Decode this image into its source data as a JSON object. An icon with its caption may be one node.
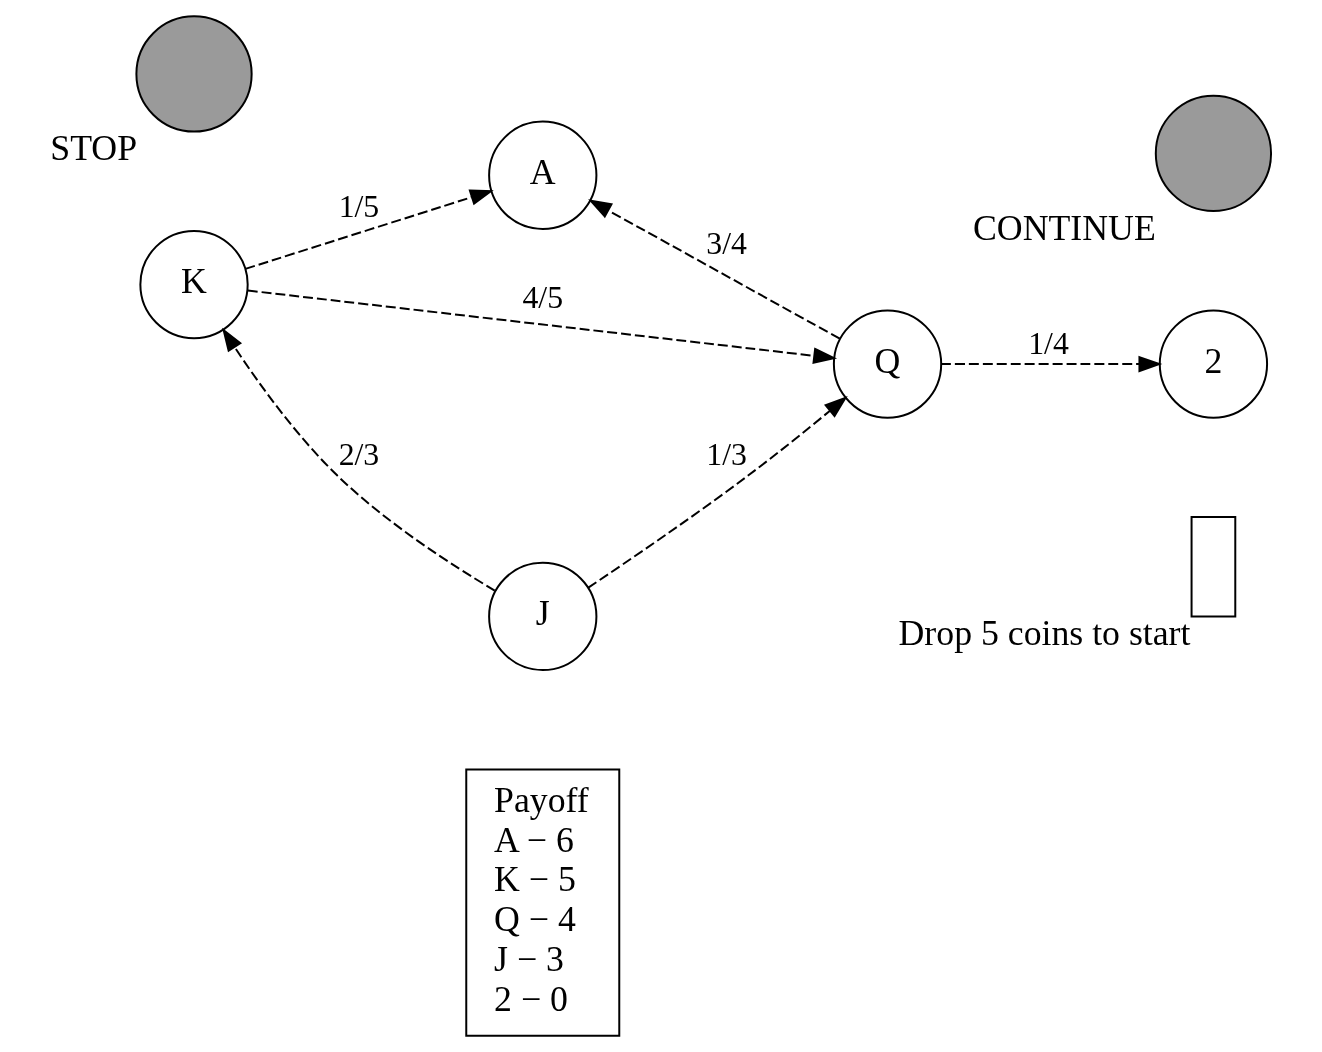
{
  "diagram": {
    "nodes": [
      {
        "text": [
          "Payoff",
          "A − 6",
          "K − 5",
          "Q − 4",
          "J − 3",
          "2 − 0"
        ]
      },
      {
        "text": [],
        "shape": "box",
        "beside": [
          "Drop 5 coins to start"
        ]
      },
      {
        "text": [
          "K"
        ]
      },
      {
        "text": [
          "A"
        ]
      },
      {
        "text": [
          "J"
        ]
      },
      {
        "text": [
          "Q"
        ]
      },
      {
        "text": [
          "2"
        ]
      },
      {
        "text": [
          "STOP"
        ]
      },
      {
        "text": [
          "CONTINUE"
        ]
      }
    ],
    "edges": [
      {
        "from": 2,
        "to": 3,
        "arrow": "to",
        "label": "1/5",
        "style": "dashed"
      },
      {
        "from": 5,
        "to": 3,
        "arrow": "to",
        "label": "3/4",
        "style": "dashed"
      },
      {
        "from": 2,
        "to": 5,
        "arrow": "to",
        "label": "4/5",
        "style": "dashed"
      },
      {
        "from": 4,
        "to": 2,
        "arrow": "to",
        "label": "2/3",
        "style": "dashed"
      },
      {
        "from": 4,
        "to": 5,
        "arrow": "to",
        "label": "1/3",
        "style": "dashed"
      },
      {
        "from": 5,
        "to": 6,
        "arrow": "to",
        "label": "1/4",
        "style": "dashed"
      }
    ]
  }
}
